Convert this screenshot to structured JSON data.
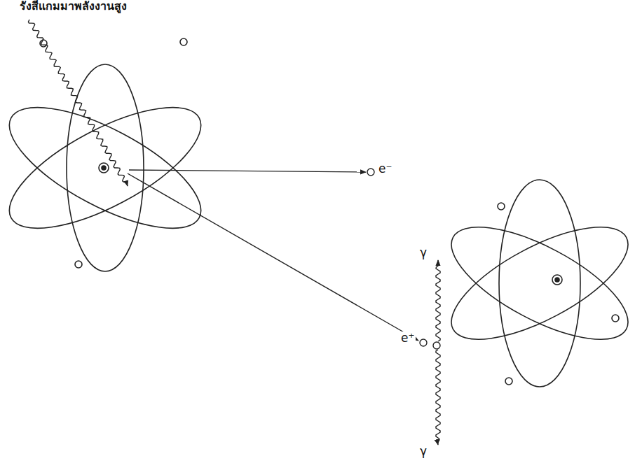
{
  "diagram": {
    "labels": [
      "รังสีแกมมาพลังงานสูง",
      "e⁻",
      "e⁺",
      "γ",
      "γ"
    ]
  }
}
